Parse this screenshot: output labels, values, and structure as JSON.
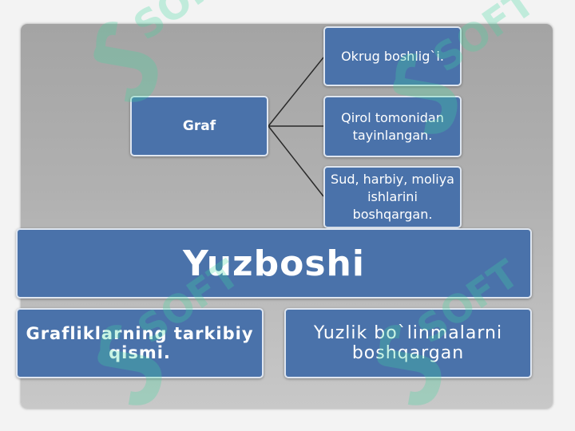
{
  "diagram": {
    "root": {
      "label": "Graf"
    },
    "children": [
      {
        "label": "Okrug  boshlig`i."
      },
      {
        "label": "Qirol  tomonidan tayinlangan."
      },
      {
        "label": "Sud, harbiy, moliya ishlarini boshqargan."
      }
    ],
    "title": "Yuzboshi",
    "bottom_left": "Grafliklarning tarkibiy qismi.",
    "bottom_right": "Yuzlik bo`linmalarni boshqargan"
  },
  "watermark": {
    "text": "SOFT",
    "color": "#3fd9a0"
  },
  "colors": {
    "box_fill": "#4a72aa",
    "box_border": "#dfe6f0",
    "panel": "#acacac",
    "connector": "#2a2a2a"
  }
}
